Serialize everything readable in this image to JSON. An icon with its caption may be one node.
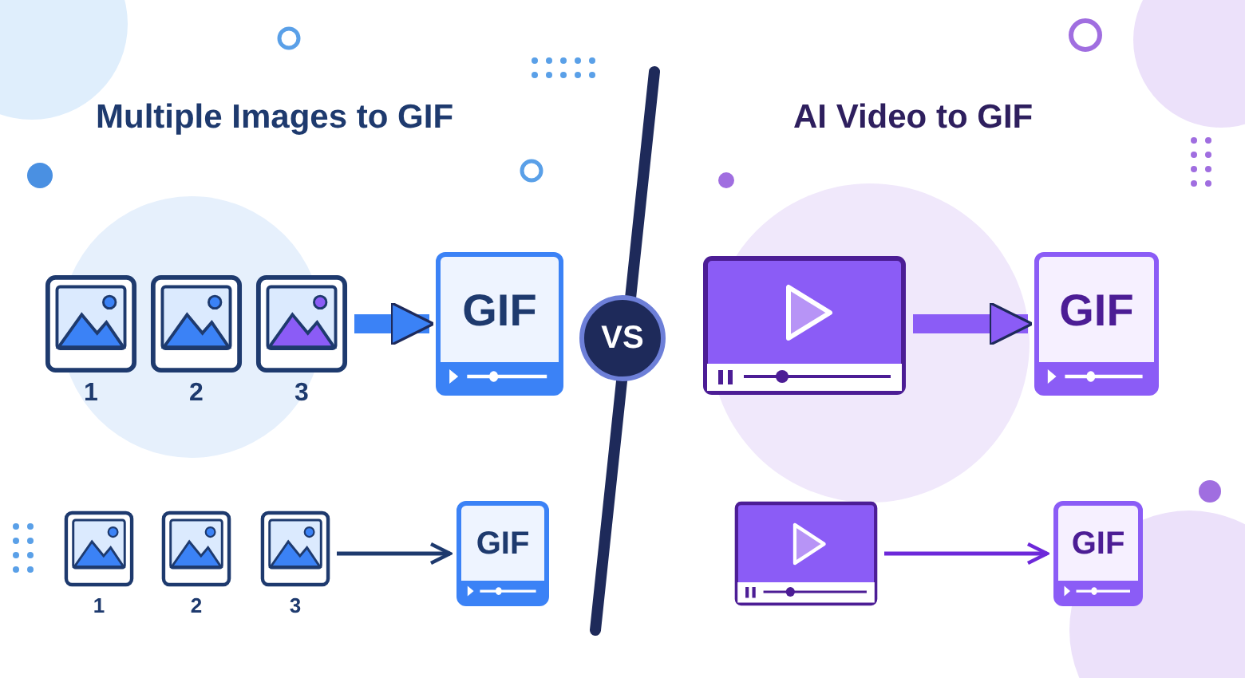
{
  "diagram": {
    "nodes": [
      {
        "text": [],
        "shape": "picture",
        "beside": [
          "1"
        ]
      },
      {
        "text": [],
        "shape": "picture",
        "beside": [
          "2"
        ]
      },
      {
        "text": [],
        "shape": "picture",
        "beside": [
          "3"
        ]
      },
      {
        "text": [
          "GIF"
        ]
      },
      {
        "text": [
          "VS"
        ]
      },
      {
        "text": [],
        "shape": "picture"
      },
      {
        "text": [
          "GIF"
        ]
      },
      {
        "text": [],
        "shape": "picture",
        "beside": [
          "1"
        ]
      },
      {
        "text": [],
        "shape": "picture",
        "beside": [
          "2"
        ]
      },
      {
        "text": [],
        "shape": "picture",
        "beside": [
          "3"
        ]
      },
      {
        "text": [
          "GIF"
        ]
      },
      {
        "text": [],
        "shape": "picture"
      },
      {
        "text": [
          "GIF"
        ]
      }
    ],
    "edges": [
      {
        "from": 2,
        "to": 3,
        "arrow": "to",
        "style": "thick",
        "color": "#3b82f6"
      },
      {
        "from": 5,
        "to": 6,
        "arrow": "to",
        "style": "thick",
        "color": "#8b5cf6"
      },
      {
        "from": 9,
        "to": 10,
        "arrow": "to",
        "color": "#1e3a6e"
      },
      {
        "from": 11,
        "to": 12,
        "arrow": "to",
        "color": "#6d28d9"
      }
    ],
    "labels": [
      "Multiple Images to GIF",
      "AI Video to GIF"
    ]
  }
}
